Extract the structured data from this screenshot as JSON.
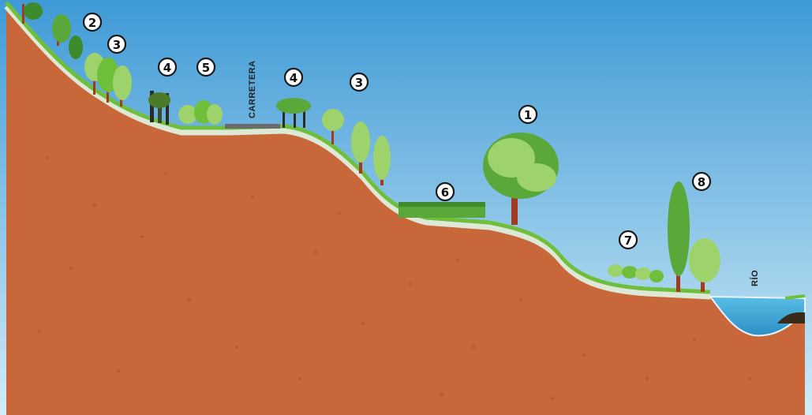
{
  "labels": {
    "road": "CARRETERA",
    "river": "RÍO"
  },
  "markers": [
    {
      "id": "m2a",
      "text": "2"
    },
    {
      "id": "m3a",
      "text": "3"
    },
    {
      "id": "m4a",
      "text": "4"
    },
    {
      "id": "m5a",
      "text": "5"
    },
    {
      "id": "m4b",
      "text": "4"
    },
    {
      "id": "m3b",
      "text": "3"
    },
    {
      "id": "m1",
      "text": "1"
    },
    {
      "id": "m6",
      "text": "6"
    },
    {
      "id": "m8",
      "text": "8"
    },
    {
      "id": "m7",
      "text": "7"
    }
  ],
  "colors": {
    "sky_top": "#3f9ad6",
    "sky_bottom": "#d2ecf7",
    "soil": "#c8683a",
    "soil_dark": "#a9522b",
    "grass": "#6fbf3a",
    "path": "#dde9d6",
    "road": "#6b6b6b",
    "water": "#3aa9d8",
    "tree_green": "#5aa83a",
    "tree_light": "#9dd36a",
    "trunk": "#a23a1f"
  }
}
